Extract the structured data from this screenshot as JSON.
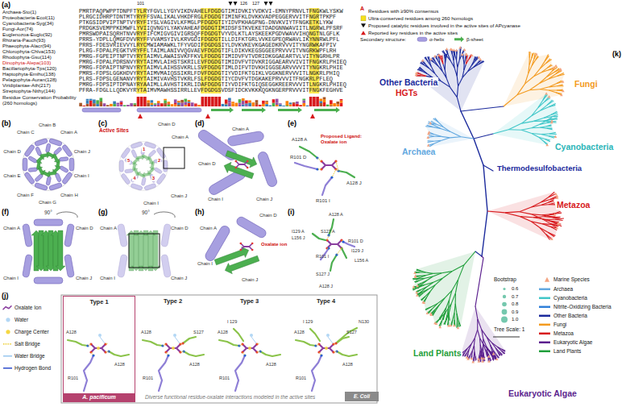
{
  "diagram": {
    "nodes": [
      {
        "text": [
          "Type 1",
          "A. pacificum"
        ]
      },
      {
        "text": [
          "E. Coli"
        ]
      }
    ],
    "labels": [
      "(a)",
      "(b)",
      "(c)",
      "(d)",
      "(e)",
      "(f)",
      "(g)",
      "(h)",
      "(i)",
      "(j)",
      "(k)",
      "Archaea-Sto(1)",
      "Proteobacteria-Ecol(11)",
      "Cyanobacteria-Syg(34)",
      "Fungi-Aor(74)",
      "Euglenozoa-Euglo(92)",
      "Rhizaria-Pauch(93)",
      "Phaeophyta-Alacr(94)",
      "Chlorophyta-Chlva(153)",
      "Rhodophyta-Gsu(114)",
      "Dinophyta-Alepa(103)",
      "Bacillariophyta-Tps(120)",
      "Haptophyta-Emihu(138)",
      "Pelagophyta-Auran(128)",
      "Viridiplantae-Ath(217)",
      "Streptophyta-Nithy(144)",
      "PMRTPAQPWPPTDNPFTYLRYFGVLLYGYVIKDVAHELFDGDGTIMIDVKIYVDKVI-EMNYPRNVLTFNGKWLYSKW",
      "PLRGCIDHRPTDNTMTYRYFFSVALIKALVHKDFRGLFDGDGTIMINFKLDVKKVADPEGGERVVITFNGRTPKPF",
      "PTKGSIDPVIPTNPTVYRYFIYSLVAGIVLKFMGLPFDGDGTIYIDVPKHAGPNG-DNVKVIYTFNGKETKLYKW",
      "PRDGKSVEMPPKEMWFLYVIIQVNGYLYAKVAHEAFDGDGTIMIDSFSTKVEKETDADGNNWAVIITLNGRWLPFSRF",
      "PMRSWDPAISQRHTNVVRYFIFCMIGVGIVIGRSQFFDGDGTVYVDLKTLAYSKEEKPGDVWAVVIHQNGTNLGFLK",
      "PRRS-YDPLLQMGFDVVRYFFVVAMSYIVLKRVGDIFDGDGTILLDIFKTGRLVVKEGPEQRWAVLIKYNNRWLPFL",
      "PRRS-FDESVRIEVVYLRYCMWIAMAWKLTFYVGDIFDGDGSIYLDVKVKEVKGAGEDKRVVVITYNGRWKAFPIV",
      "PLRG-FDPALPEGKTVRYFFLTAIMLANIVVQGVAEVFDGDGTIFLDIKVKEGSGGEEPRVVVITVNGRKWPFLRH",
      "PMRG-FGPEIPTNPTVYRYTAIMVLAWAISVKFFKVLFDGDGTIMIDVFVTVDRIDKGGAEARTVLVITYNGRHLPR",
      "PMRG-FDPALPDRSNVYRYTAIMVLAIHSTSKRILEVFDGDGTIMIDVFVTDVKRIGGAEARVVIVITFNGKRLPHIEQ",
      "PMRG-FDPAIPTNPNVYRYTAIMVLAIHSSVKRLLSVFDGDGTIMLDIFVTDVKHIGGSEARVVVVITYNGKRLPHIE",
      "PMRS-FDPSLGGKHDVYRYTAIMVMAIQSSIKRLFDVFDGDGTIYVDIFKTGIKLVGGKNERVVVITLNGKRLPHIQ",
      "PLRS-FDPSLGENANVYRYTAIMIVAVHSTVKRLFSLFDGDGTIYCDVFVTDGKAKEPRVVVITFNGKRLPFLEQ",
      "PMRG-FDPSIPTDPNAYRYAAIMLLAVHSTIKRLIDAFDGDGTIYVDIFKTGIQSEGGKREERVVVITLNGKRLPHIEQ",
      "PFRA-FDGLLLQDKVYRYTAIMVMAWHSSIRRLLEVFDGDGSVDSFIDCKVKKKQGKNGERPRVVVITFNGKFEGHVE",
      "101",
      "126",
      "127",
      "Residue Conservation Probability (260 homologs)",
      "A",
      "Secondary structure:",
      "Chain A",
      "Chain B",
      "Chain C",
      "Chain D",
      "Chain E",
      "Chain F",
      "Chain G",
      "Chain H",
      "Chain I",
      "Chain J",
      "Chain D",
      "Chain A",
      "Chain I",
      "Chain J",
      "Active Sites",
      "1",
      "2",
      "3",
      "4",
      "5",
      "Chain A",
      "Chain D",
      "Chain I",
      "Chain J",
      "A128 A",
      "R101 D",
      "Proposed Ligand: Oxalate ion",
      "A128 J",
      "R101 I",
      "90°",
      "Chain A",
      "Chain D",
      "Chain I",
      "Chain J",
      "90°",
      "Chain A",
      "Chain D",
      "Chain I",
      "Chain J",
      "Chain A",
      "Chain D",
      "Oxalate ion",
      "Chain I",
      "Chain J",
      "A128 A",
      "I129 A",
      "L156 J",
      "S127 A",
      "R101 D",
      "R101 I",
      "I129 J",
      "L156 A",
      "S127 J",
      "A128 J",
      "Type 2",
      "Type 3",
      "Type 4",
      "A128",
      "R101",
      "A128",
      "A128",
      "S127",
      "R101",
      "A128",
      "I 129",
      "A128",
      "R101",
      "A128",
      "I 129",
      "A128",
      "N130",
      "S127",
      "R101",
      "A128",
      "Diverse functional residue-oxalate interactions modeled in the active sites",
      "Other Bacteria",
      "HGTs",
      "Fungi",
      "Archaea",
      "Cyanobacteria",
      "Thermodesulfobacteria",
      "Metazoa",
      "Land Plants",
      "Eukaryotic Algae",
      "Bootstrap",
      "0.6",
      "0.7",
      "0.8",
      "0.9",
      "1.0",
      "Tree Scale: 1"
    ],
    "legend": [
      {
        "text": "Residues with ≥90% consensus"
      },
      {
        "text": "Ultra-conserved residues among 260 homologs",
        "color": "#f5e11c"
      },
      {
        "text": "Proposed catalytic residues involved in the active sites of APcyanase"
      },
      {
        "text": "Reported key residues in the active sites"
      },
      {
        "text": "α-helix"
      },
      {
        "text": "β-sheet"
      },
      {
        "text": "Oxalate Ion"
      },
      {
        "text": "Water"
      },
      {
        "text": "Charge Center"
      },
      {
        "text": "Salt Bridge"
      },
      {
        "text": "Water Bridge"
      },
      {
        "text": "Hydrogen Bond"
      },
      {
        "text": "Marine Species"
      },
      {
        "text": "Archaea",
        "color": "#62a8e0"
      },
      {
        "text": "Cyanobacteria",
        "color": "#3fc6c8"
      },
      {
        "text": "Nitrite-Oxidizing Bacteria",
        "color": "#2f7fd8"
      },
      {
        "text": "Other Bacteria",
        "color": "#1b2a9c"
      },
      {
        "text": "Fungi",
        "color": "#f39a1e"
      },
      {
        "text": "Metazoa",
        "color": "#d7191c"
      },
      {
        "text": "Eukaryotic Algae",
        "color": "#5b1f8e"
      },
      {
        "text": "Land Plants",
        "color": "#1f9e3a"
      }
    ]
  }
}
